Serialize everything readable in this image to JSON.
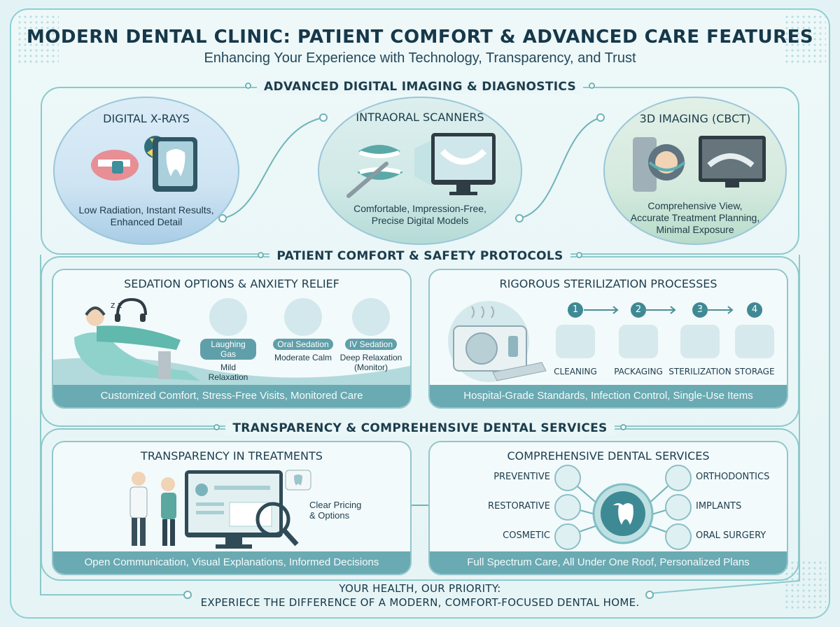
{
  "header": {
    "title": "MODERN DENTAL CLINIC: PATIENT COMFORT & ADVANCED CARE FEATURES",
    "subtitle": "Enhancing Your Experience with Technology, Transparency, and Trust"
  },
  "imaging": {
    "title": "ADVANCED DIGITAL IMAGING & DIAGNOSTICS",
    "items": [
      {
        "title": "DIGITAL X-RAYS",
        "caption_line1": "Low Radiation, Instant Results,",
        "caption_line2": "Enhanced Detail",
        "caption_line3": ""
      },
      {
        "title": "INTRAORAL SCANNERS",
        "caption_line1": "Comfortable, Impression-Free,",
        "caption_line2": "Precise Digital Models",
        "caption_line3": ""
      },
      {
        "title": "3D IMAGING (CBCT)",
        "caption_line1": "Comprehensive View,",
        "caption_line2": "Accurate Treatment Planning,",
        "caption_line3": "Minimal Exposure"
      }
    ]
  },
  "comfort": {
    "title": "PATIENT COMFORT & SAFETY PROTOCOLS",
    "sedation": {
      "title": "SEDATION OPTIONS & ANXIETY RELIEF",
      "options": [
        {
          "name": "Laughing Gas",
          "desc_line1": "Mild Relaxation",
          "desc_line2": ""
        },
        {
          "name": "Oral Sedation",
          "desc_line1": "Moderate Calm",
          "desc_line2": ""
        },
        {
          "name": "IV Sedation",
          "desc_line1": "Deep Relaxation",
          "desc_line2": "(Monitor)"
        }
      ],
      "footer": "Customized Comfort, Stress-Free Visits, Monitored Care"
    },
    "sterilization": {
      "title": "RIGOROUS STERILIZATION PROCESSES",
      "steps": [
        {
          "num": "1",
          "label": "CLEANING"
        },
        {
          "num": "2",
          "label": "PACKAGING"
        },
        {
          "num": "3",
          "label": "STERILIZATION"
        },
        {
          "num": "4",
          "label": "STORAGE"
        }
      ],
      "footer": "Hospital-Grade Standards, Infection Control, Single-Use Items"
    }
  },
  "services_band": {
    "title": "TRANSPARENCY & COMPREHENSIVE DENTAL SERVICES",
    "transparency": {
      "title": "TRANSPARENCY IN TREATMENTS",
      "callout_line1": "Clear Pricing",
      "callout_line2": "& Options",
      "footer": "Open Communication, Visual Explanations, Informed Decisions"
    },
    "services": {
      "title": "COMPREHENSIVE DENTAL SERVICES",
      "left": [
        "PREVENTIVE",
        "RESTORATIVE",
        "COSMETIC"
      ],
      "right": [
        "ORTHODONTICS",
        "IMPLANTS",
        "ORAL SURGERY"
      ],
      "footer": "Full Spectrum Care, All Under One Roof, Personalized Plans"
    }
  },
  "closing": {
    "line1": "YOUR HEALTH, OUR PRIORITY:",
    "line2": "EXPERIECE THE DIFFERENCE OF A MODERN, COMFORT-FOCUSED DENTAL HOME."
  },
  "colors": {
    "accent": "#6aaab2",
    "teal_dark": "#2f6f7c",
    "background": "#e3f3f5",
    "text": "#1c3d4d"
  }
}
